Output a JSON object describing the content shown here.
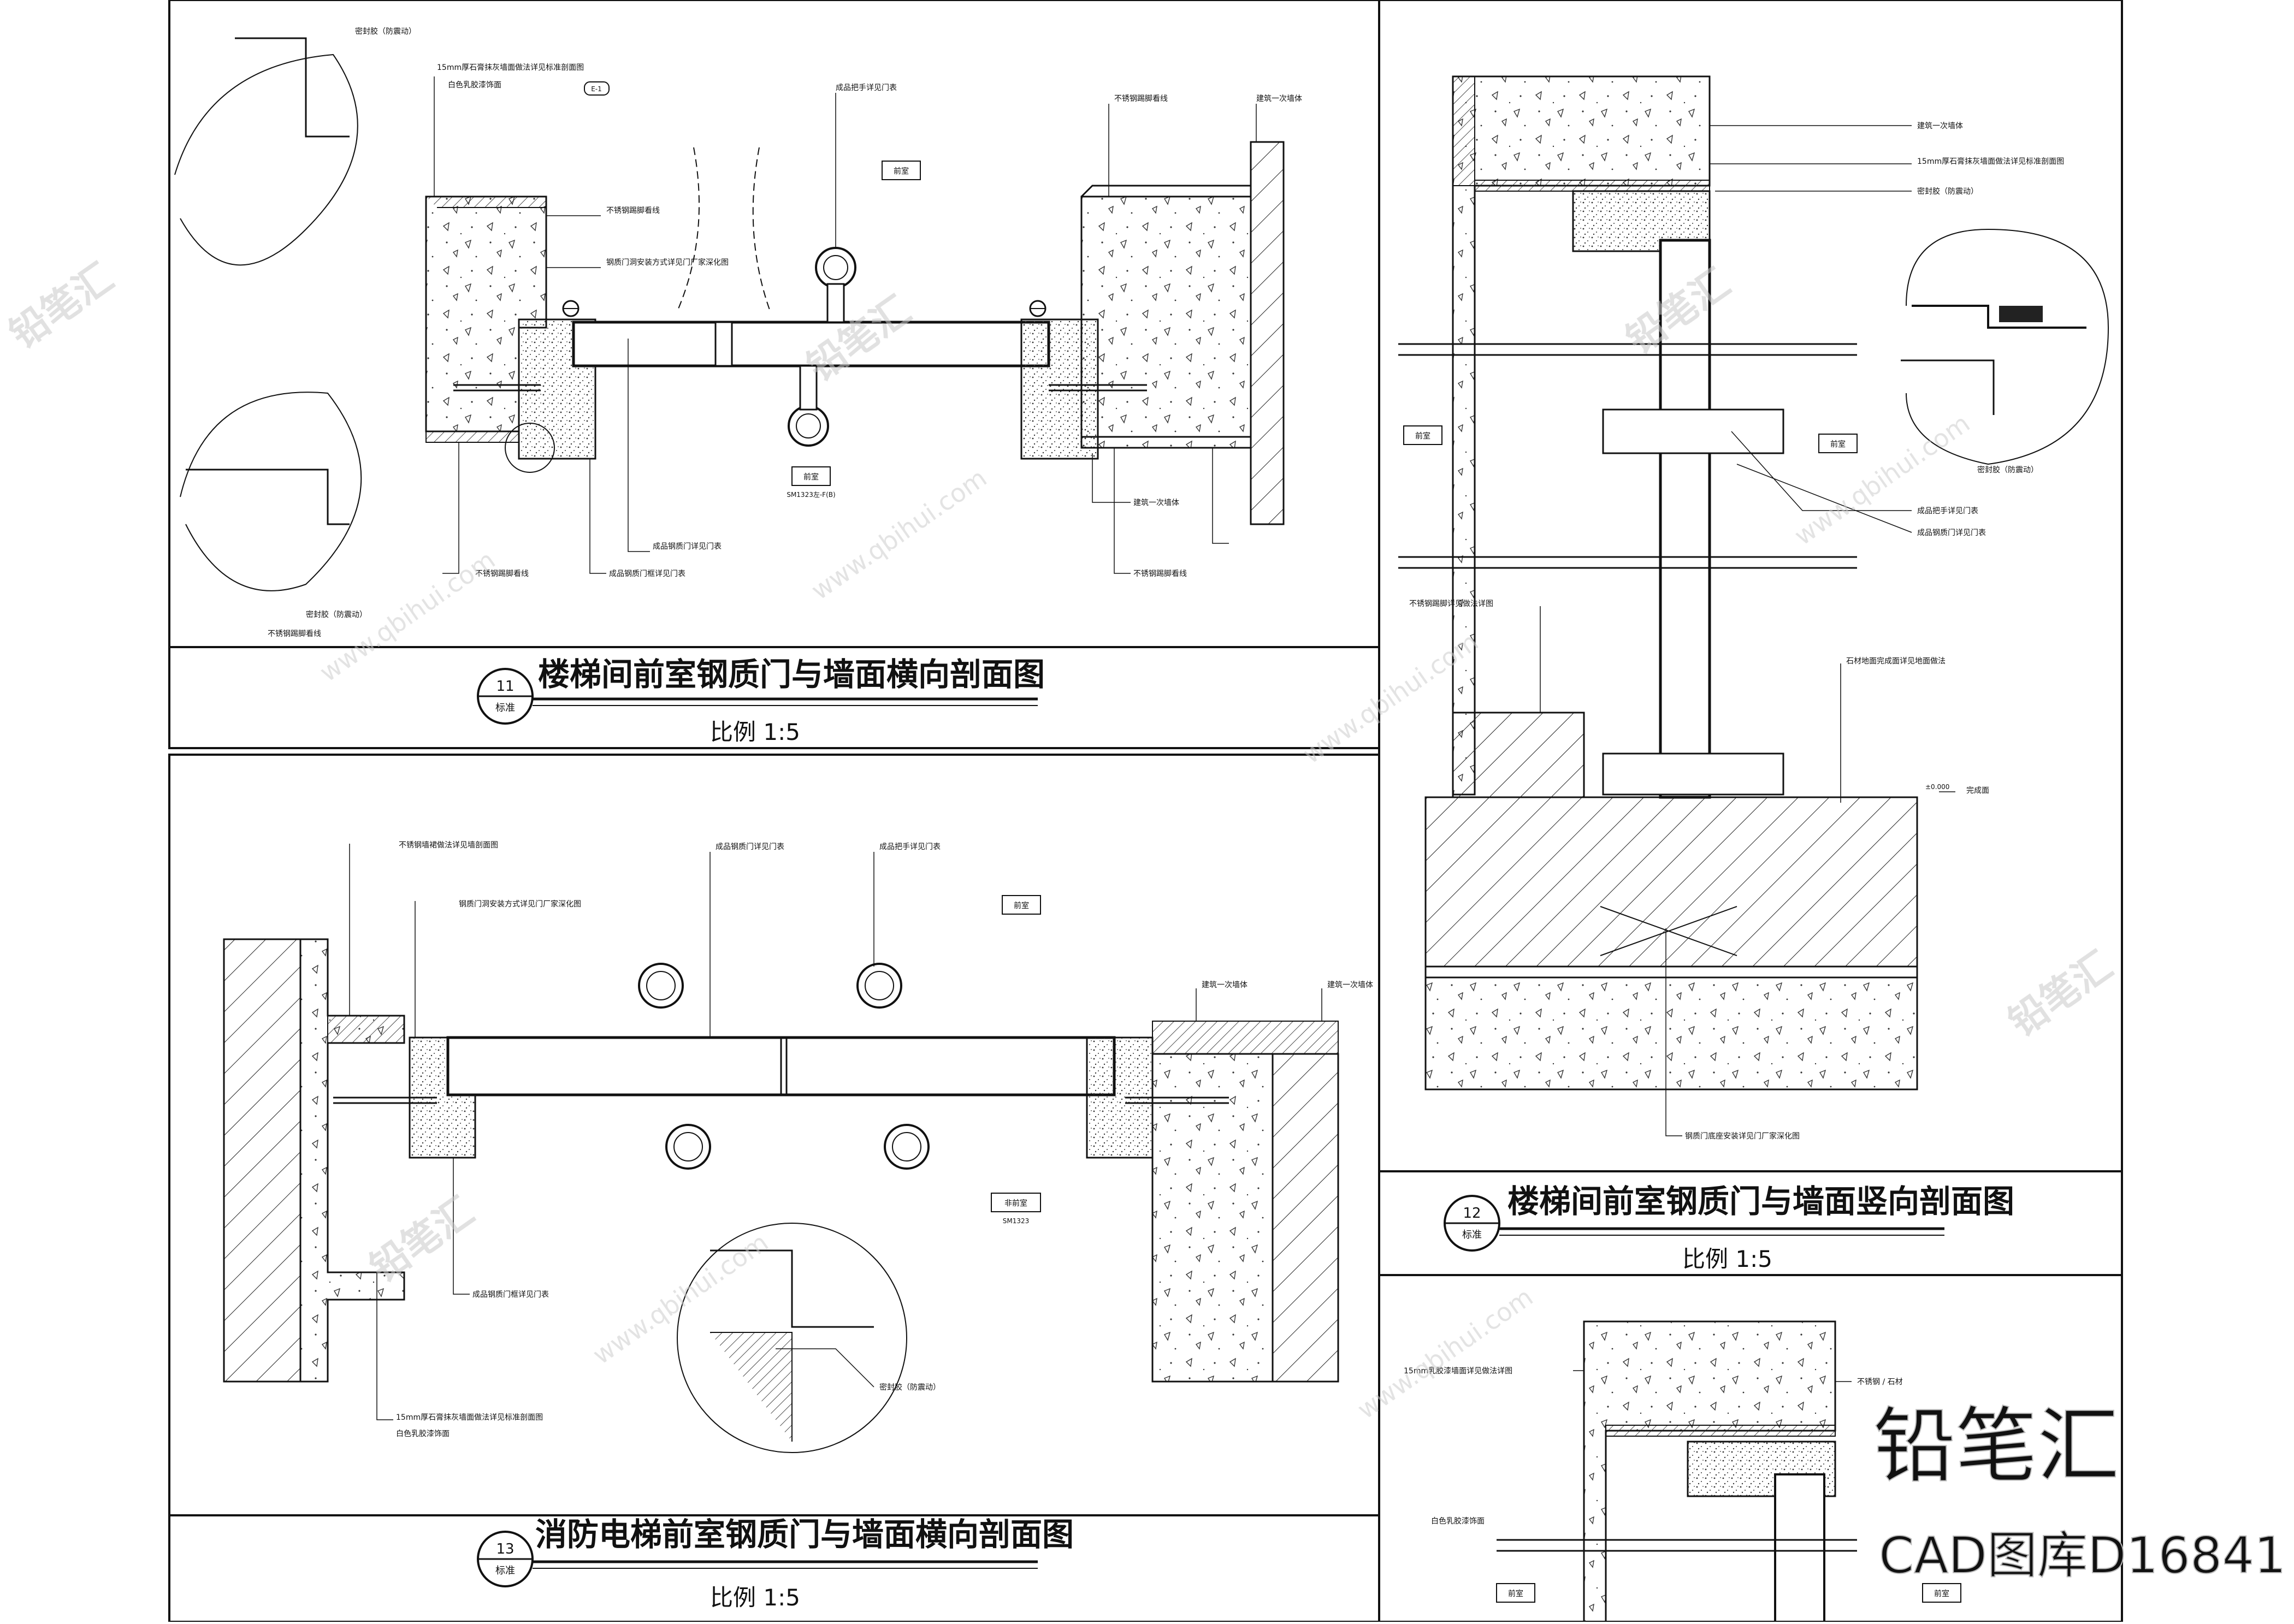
{
  "watermark": {
    "brand": "铅笔汇",
    "url": "www.qbihui.com",
    "corner_code": "CAD图库D16841"
  },
  "panels": [
    {
      "id": "11",
      "tag": "标准",
      "title": "楼梯间前室钢质门与墙面横向剖面图",
      "scale": "比例 1:5",
      "notes": [
        "密封胶（防震动）",
        "15mm厚石膏抹灰墙面做法详见标准剖面图",
        "白色乳胶漆饰面",
        "不锈钢踢脚看线",
        "钢质门洞安装方式详见门厂家深化图",
        "成品把手详见门表",
        "不锈钢踢脚看线",
        "建筑一次墙体",
        "成品钢质门详见门表",
        "成品钢质门框详见门表",
        "不锈钢踢脚看线",
        "建筑一次墙体",
        "不锈钢踢脚看线",
        "密封胶（防震动）",
        "不锈钢踢脚看线"
      ],
      "rooms": [
        "前室",
        "前室",
        "SM1323左-F(B)"
      ],
      "badge": "E-1"
    },
    {
      "id": "12",
      "tag": "标准",
      "title": "楼梯间前室钢质门与墙面竖向剖面图",
      "scale": "比例 1:5",
      "notes": [
        "建筑一次墙体",
        "15mm厚石膏抹灰墙面做法详见标准剖面图",
        "密封胶（防震动）",
        "成品把手详见门表",
        "成品钢质门详见门表",
        "不锈钢踢脚详见做法详图",
        "石材地面完成面详见地面做法",
        "钢质门底座安装详见门厂家深化图",
        "完成面",
        "密封胶（防震动）"
      ],
      "rooms": [
        "前室",
        "前室"
      ],
      "level": "±0.000"
    },
    {
      "id": "13",
      "tag": "标准",
      "title": "消防电梯前室钢质门与墙面横向剖面图",
      "scale": "比例 1:5",
      "notes": [
        "不锈钢墙裙做法详见墙剖面图",
        "钢质门洞安装方式详见门厂家深化图",
        "成品钢质门详见门表",
        "成品把手详见门表",
        "建筑一次墙体",
        "建筑一次墙体",
        "成品钢质门框详见门表",
        "密封胶（防震动）",
        "15mm厚石膏抹灰墙面做法详见标准剖面图",
        "白色乳胶漆饰面"
      ],
      "rooms": [
        "前室",
        "非前室",
        "SM1323"
      ]
    },
    {
      "id": "partial",
      "notes": [
        "15mm乳胶漆墙面详见做法详图",
        "白色乳胶漆饰面",
        "不锈钢 / 石材"
      ],
      "rooms": [
        "前室",
        "前室"
      ]
    }
  ]
}
